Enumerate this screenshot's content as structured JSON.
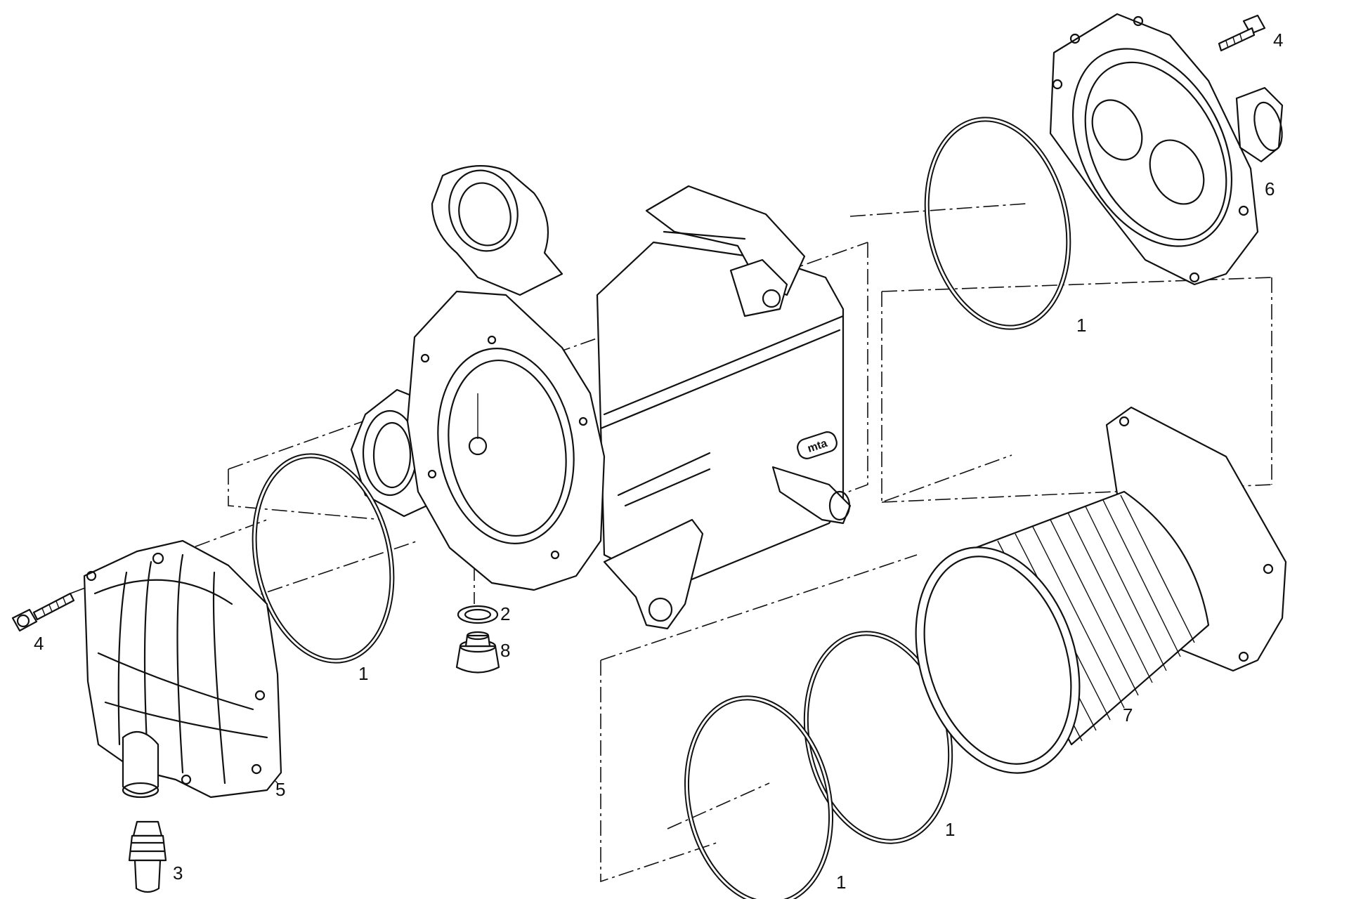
{
  "brand_logo": "mta",
  "callouts": [
    {
      "part": "1",
      "label": "1"
    },
    {
      "part": "1",
      "label": "1"
    },
    {
      "part": "1",
      "label": "1"
    },
    {
      "part": "1",
      "label": "1"
    },
    {
      "part": "2",
      "label": "2"
    },
    {
      "part": "3",
      "label": "3"
    },
    {
      "part": "4",
      "label": "4"
    },
    {
      "part": "4",
      "label": "4"
    },
    {
      "part": "5",
      "label": "5"
    },
    {
      "part": "6",
      "label": "6"
    },
    {
      "part": "7",
      "label": "7"
    },
    {
      "part": "8",
      "label": "8"
    }
  ]
}
